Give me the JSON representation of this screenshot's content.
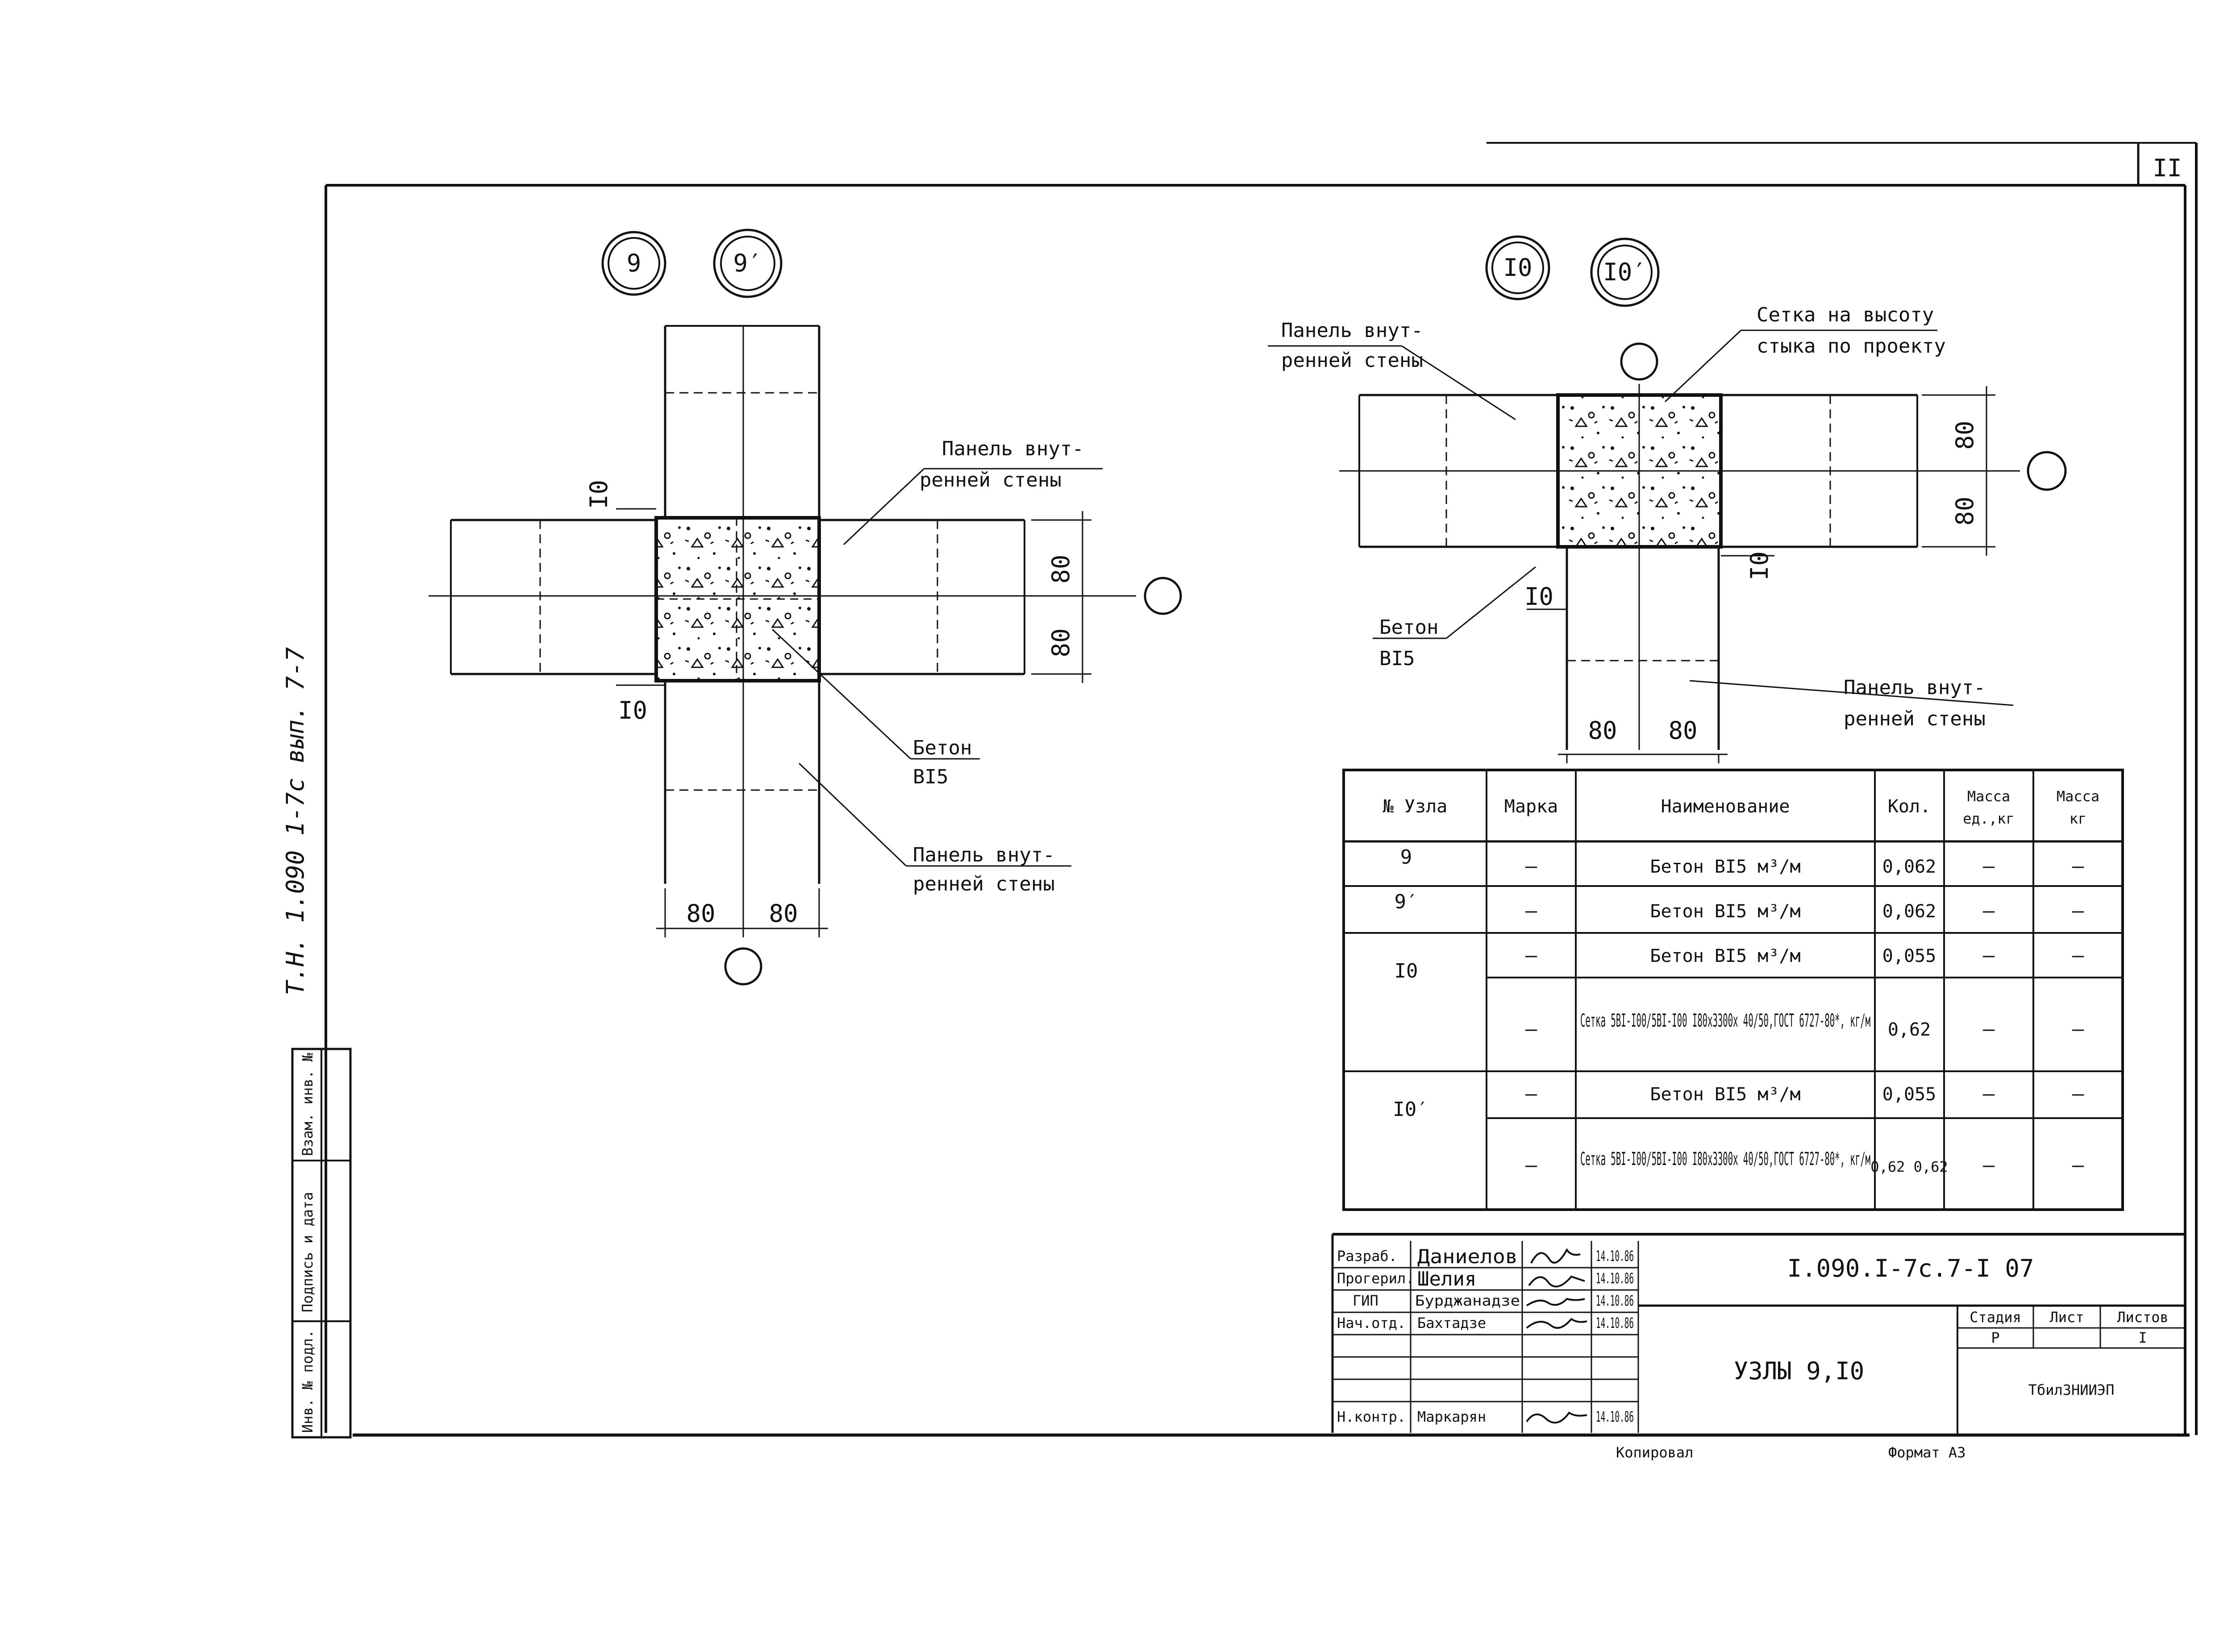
{
  "sheet": {
    "number": "II"
  },
  "side_note": "Т.Н. 1.090 1-7с вып. 7-7",
  "stamp_labels": [
    "Инв. № подл.",
    "Подпись и дата",
    "Взам. инв. №"
  ],
  "node9": {
    "callouts": [
      "9",
      "9′"
    ],
    "label_panel_top": "Панель внут-\nренней стены",
    "label_panel_bottom": "Панель внут-\nренней стены",
    "label_concrete": "Бетон\nВI5",
    "dim_80": "80",
    "dim_10": "I0"
  },
  "node10": {
    "callouts": [
      "I0",
      "I0′"
    ],
    "label_mesh": "Сетка на высоту\nстыка по проекту",
    "label_panel_top": "Панель внут-\nренней стены",
    "label_panel_bottom": "Панель внут-\nренней стены",
    "label_concrete": "Бетон\nВI5",
    "dim_80": "80",
    "dim_10": "I0"
  },
  "spec_table": {
    "headers": [
      "№ Узла",
      "Марка",
      "Наименование",
      "Кол.",
      "Масса ед.,кг",
      "Масса кг"
    ],
    "rows": [
      {
        "node": "9",
        "mark": "–",
        "name": "Бетон ВI5 м³/м",
        "qty": "0,062",
        "m1": "–",
        "m2": "–"
      },
      {
        "node": "9′",
        "mark": "–",
        "name": "Бетон ВI5 м³/м",
        "qty": "0,062",
        "m1": "–",
        "m2": "–"
      },
      {
        "node": "I0",
        "mark": "–",
        "name": "Бетон ВI5 м³/м",
        "qty": "0,055",
        "m1": "–",
        "m2": "–"
      },
      {
        "node": "",
        "mark": "–",
        "name": "Сетка 5ВI-I00/5ВI-I00 I80х3300х 40/50,ГОСТ 6727-80*, кг/м",
        "qty": "0,62",
        "m1": "–",
        "m2": "–"
      },
      {
        "node": "I0′",
        "mark": "–",
        "name": "Бетон ВI5 м³/м",
        "qty": "0,055",
        "m1": "–",
        "m2": "–"
      },
      {
        "node": "",
        "mark": "–",
        "name": "Сетка 5ВI-I00/5ВI-I00 I80х3300х 40/50,ГОСТ 6727-80*, кг/м",
        "qty": "0,62 0,62",
        "m1": "–",
        "m2": "–"
      }
    ]
  },
  "title_block": {
    "roles": [
      "Разраб.",
      "Прогерил.",
      "ГИП",
      "Нач.отд.",
      "",
      "",
      "Н.контр."
    ],
    "names": [
      "Даниелов",
      "Шелия",
      "Бурджанадзе",
      "Бахтадзе",
      "",
      "",
      "Маркарян"
    ],
    "dates": [
      "14.10.86",
      "14.10.86",
      "14.10.86",
      "14.10.86",
      "",
      "",
      "14.10.86"
    ],
    "document_code": "I.090.I-7с.7-I 07",
    "title": "УЗЛЫ 9,I0",
    "stage_header": "Стадия",
    "sheet_header": "Лист",
    "sheets_header": "Листов",
    "stage": "Р",
    "sheet": "",
    "sheets": "I",
    "organization": "ТбилЗНИИЭП"
  },
  "footer": {
    "copied": "Копировал",
    "format": "Формат А3"
  }
}
